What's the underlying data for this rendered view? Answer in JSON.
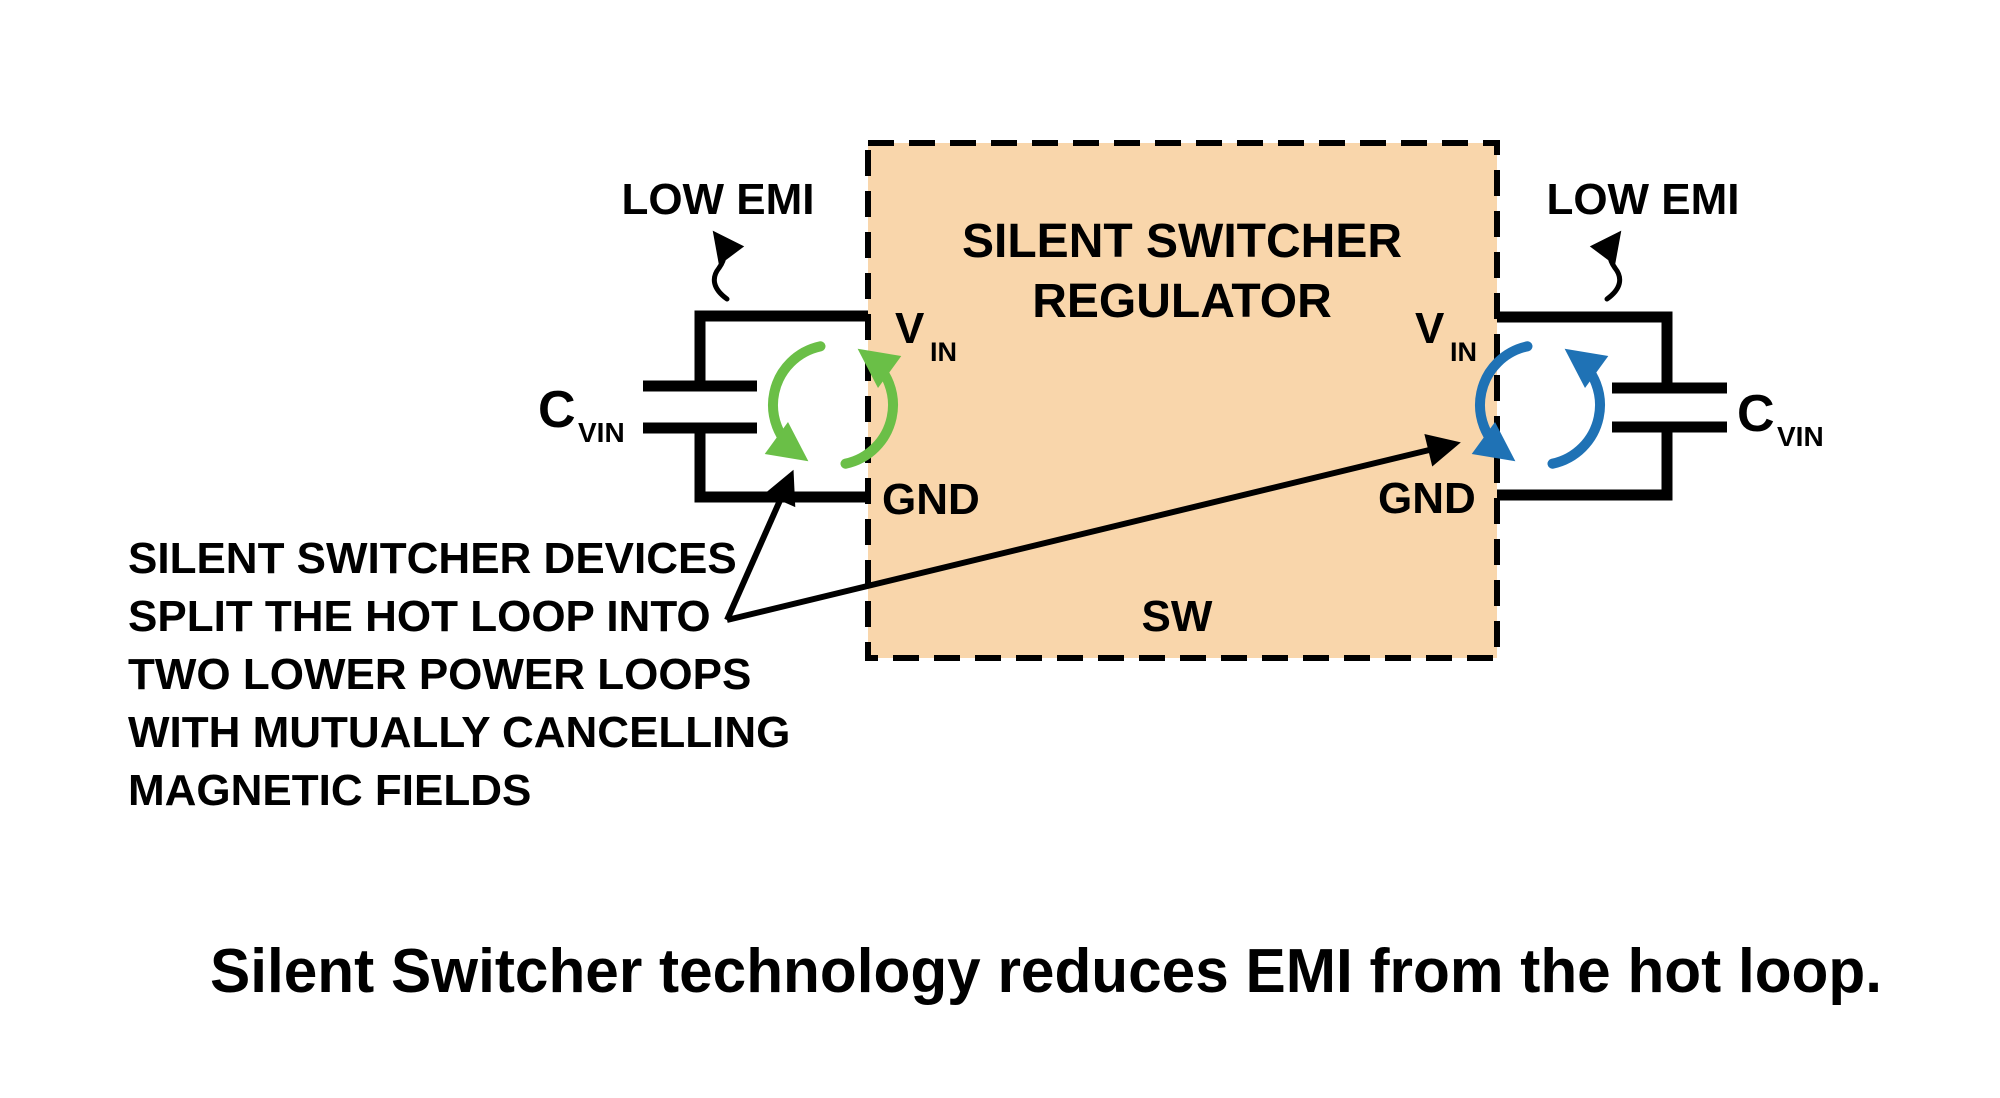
{
  "diagram": {
    "regulator": {
      "title_line1": "SILENT SWITCHER",
      "title_line2": "REGULATOR",
      "pin_vin": "V",
      "pin_vin_sub": "IN",
      "pin_gnd": "GND",
      "pin_sw": "SW"
    },
    "capacitor": {
      "label": "C",
      "label_sub": "VIN"
    },
    "emi_label": "LOW EMI",
    "annotation": {
      "lines": [
        "SILENT SWITCHER DEVICES",
        "SPLIT THE HOT LOOP INTO",
        "TWO LOWER POWER LOOPS",
        "WITH MUTUALLY CANCELLING",
        "MAGNETIC FIELDS"
      ]
    },
    "colors": {
      "box_fill": "#f9d6ab",
      "green_loop": "#6abf47",
      "blue_loop": "#1f72b5",
      "caption_text": "#1f5c8f",
      "line_black": "#000000"
    }
  },
  "caption": "Silent Switcher technology reduces EMI from the hot loop."
}
